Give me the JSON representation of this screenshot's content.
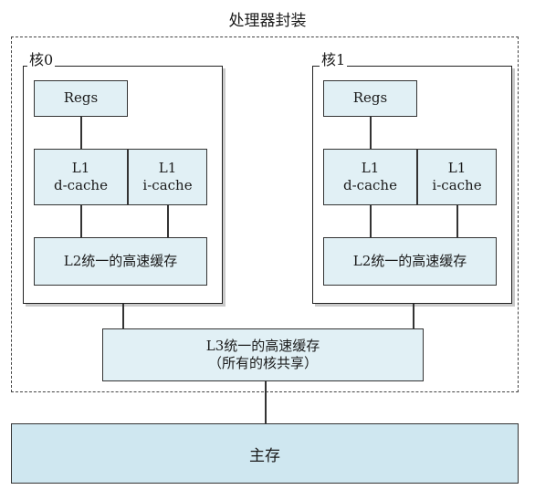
{
  "package": {
    "title": "处理器封装"
  },
  "cores": [
    {
      "label": "核0",
      "regs": "Regs",
      "l1d_line1": "L1",
      "l1d_line2": "d-cache",
      "l1i_line1": "L1",
      "l1i_line2": "i-cache",
      "l2": "L2统一的高速缓存"
    },
    {
      "label": "核1",
      "regs": "Regs",
      "l1d_line1": "L1",
      "l1d_line2": "d-cache",
      "l1i_line1": "L1",
      "l1i_line2": "i-cache",
      "l2": "L2统一的高速缓存"
    }
  ],
  "l3": {
    "line1": "L3统一的高速缓存",
    "line2": "（所有的核共享）"
  },
  "memory": {
    "label": "主存"
  }
}
